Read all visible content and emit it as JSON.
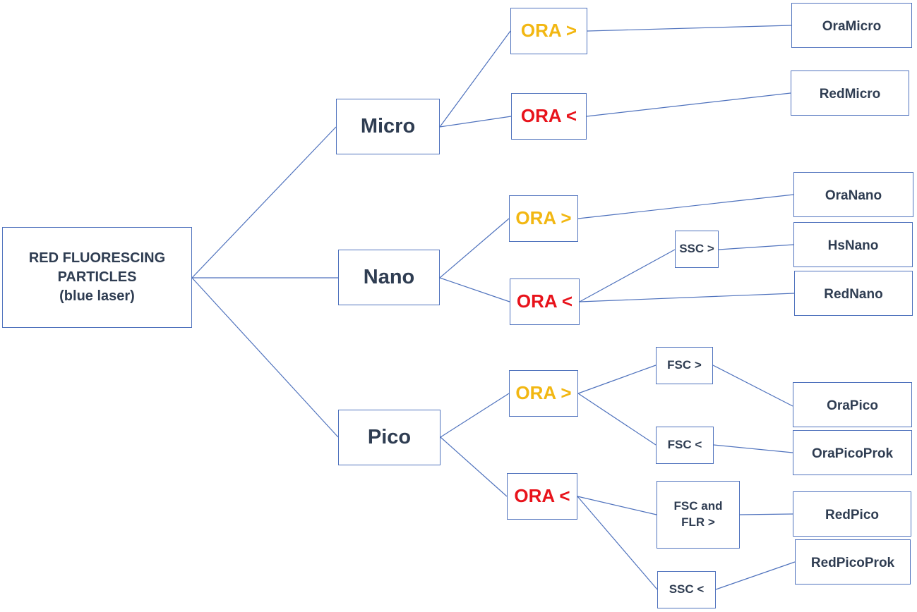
{
  "root": {
    "line1": "RED FLUORESCING",
    "line2": "PARTICLES",
    "line3": "(blue laser)"
  },
  "groups": {
    "micro": "Micro",
    "nano": "Nano",
    "pico": "Pico"
  },
  "gates": {
    "ora_gt": "ORA >",
    "ora_lt": "ORA <"
  },
  "conditions": {
    "ssc_gt": "SSC >",
    "fsc_gt": "FSC >",
    "fsc_lt": "FSC <",
    "fsc_flr_line1": "FSC and",
    "fsc_flr_line2": "FLR >",
    "ssc_lt": "SSC <"
  },
  "leaves": {
    "oramicro": "OraMicro",
    "redmicro": "RedMicro",
    "oranano": "OraNano",
    "hsnano": "HsNano",
    "rednano": "RedNano",
    "orapico": "OraPico",
    "orapicoprok": "OraPicoProk",
    "redpico": "RedPico",
    "redpicoprok": "RedPicoProk"
  },
  "colors": {
    "box_border": "#4f72bd",
    "connector": "#4f72bd",
    "text": "#2f3d52",
    "ora_greater": "#f2b712",
    "ora_less": "#e8131b"
  }
}
